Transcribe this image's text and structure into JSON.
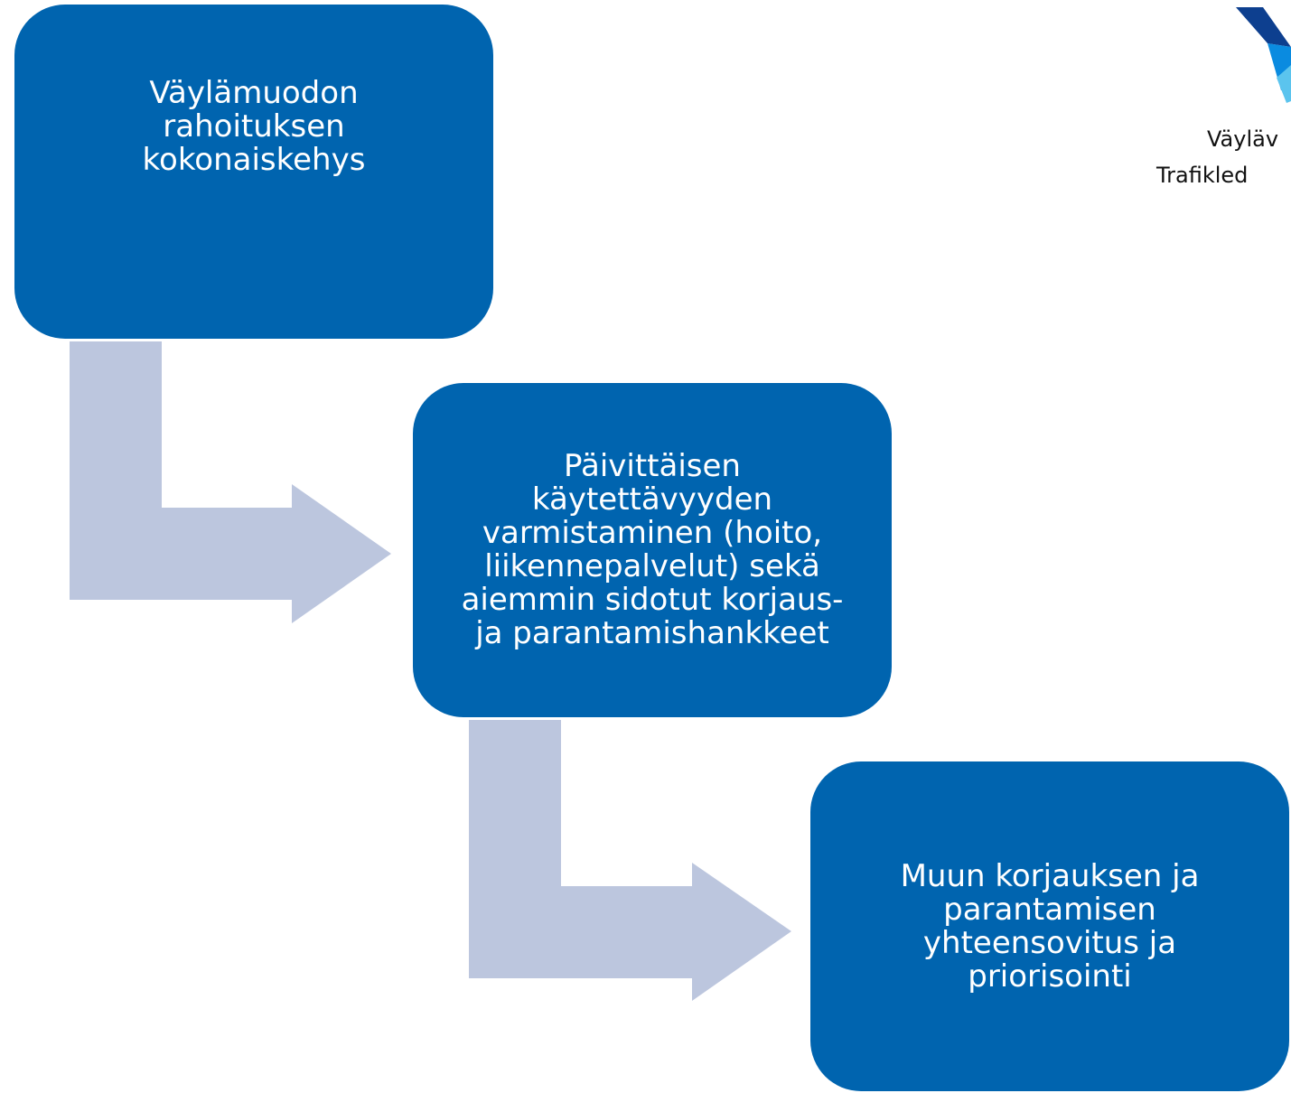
{
  "colors": {
    "box_fill": "#0064AF",
    "box_text": "#FFFFFF",
    "connector_fill": "#BCC6DE",
    "logo_dark": "#0D3F8F",
    "logo_mid": "#0A8BE0",
    "logo_light": "#5BC4EE"
  },
  "steps": [
    {
      "text": "Väylämuodon\nrahoituksen\nkokonaiskehys"
    },
    {
      "text": "Päivittäisen\nkäytettävyyden\nvarmistaminen (hoito,\nliikennepalvelut) sekä\naiemmin sidotut korjaus-\nja parantamishankkeet"
    },
    {
      "text": "Muun korjauksen ja\nparantamisen\nyhteensovitus ja\npriorisointi"
    }
  ],
  "logo": {
    "line_1": "Väyläv",
    "line_2": "Trafikled"
  }
}
